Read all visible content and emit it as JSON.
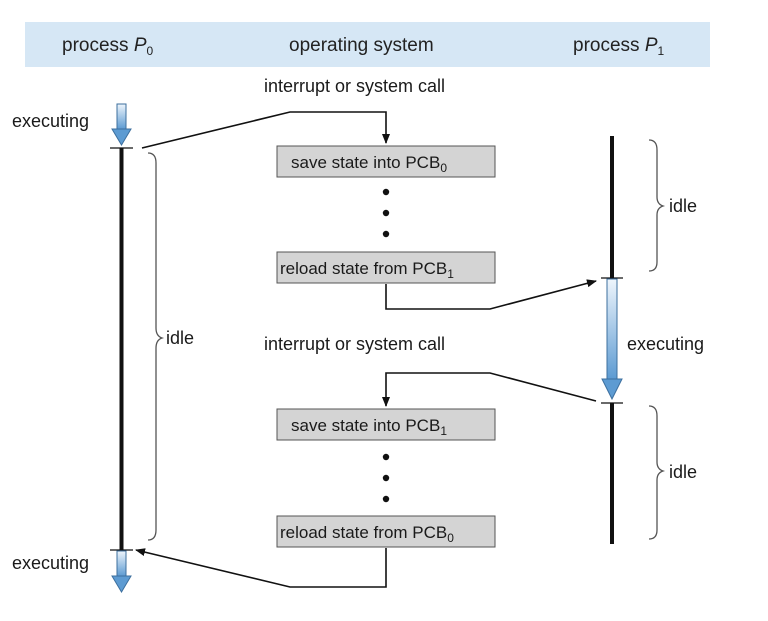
{
  "header": {
    "process_p0": {
      "prefix": "process ",
      "name": "P",
      "sub": "0"
    },
    "operating_system": "operating system",
    "process_p1": {
      "prefix": "process ",
      "name": "P",
      "sub": "1"
    }
  },
  "labels": {
    "interrupt_top": "interrupt or system call",
    "interrupt_middle": "interrupt or system call",
    "p0_executing_top": "executing",
    "p0_executing_bottom": "executing",
    "p0_idle": "idle",
    "p1_idle_top": "idle",
    "p1_executing": "executing",
    "p1_idle_bottom": "idle"
  },
  "os_boxes": [
    {
      "text": "save state into PCB",
      "sub": "0"
    },
    {
      "text": "reload state from PCB",
      "sub": "1"
    },
    {
      "text": "save state into PCB",
      "sub": "1"
    },
    {
      "text": "reload state from PCB",
      "sub": "0"
    }
  ],
  "colors": {
    "header_band": "#d6e7f5",
    "box_fill": "#d4d4d4",
    "arrow_blue_light": "#e8f2fb",
    "arrow_blue_dark": "#4f8fc9",
    "line": "#111111"
  }
}
